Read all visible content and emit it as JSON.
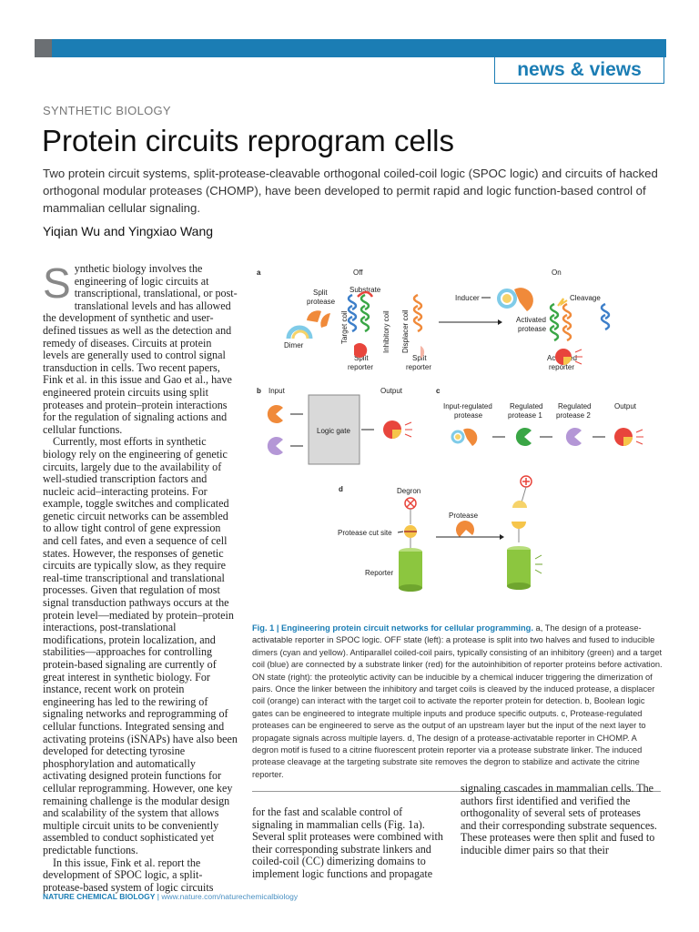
{
  "header": {
    "badge": "news & views"
  },
  "section_label": "SYNTHETIC BIOLOGY",
  "title": "Protein circuits reprogram cells",
  "abstract": "Two protein circuit systems, split-protease-cleavable orthogonal coiled-coil logic (SPOC logic) and circuits of hacked orthogonal modular proteases (CHOMP), have been developed to permit rapid and logic function-based control of mammalian cellular signaling.",
  "authors": "Yiqian Wu and Yingxiao Wang",
  "body": {
    "col1": {
      "dropcap": "S",
      "p1": "ynthetic biology involves the engineering of logic circuits at transcriptional, translational, or post-translational levels and has allowed the development of synthetic and user-defined tissues as well as the detection and remedy of diseases. Circuits at protein levels are generally used to control signal transduction in cells. Two recent papers, Fink et al. in this issue and Gao et al., have engineered protein circuits using split proteases and protein–protein interactions for the regulation of signaling actions and cellular functions.",
      "p2": "Currently, most efforts in synthetic biology rely on the engineering of genetic circuits, largely due to the availability of well-studied transcription factors and nucleic acid–interacting proteins. For example, toggle switches and complicated genetic circuit networks can be assembled to allow tight control of gene expression and cell fates, and even a sequence of cell states. However, the responses of genetic circuits are typically slow, as they require real-time transcriptional and translational processes. Given that regulation of most signal transduction pathways occurs at the protein level—mediated by protein–protein interactions, post-translational modifications, protein localization, and stabilities—approaches for controlling protein-based signaling are currently of great interest in synthetic biology. For instance, recent work on protein engineering has led to the rewiring of signaling networks and reprogramming of cellular functions. Integrated sensing and activating proteins (iSNAPs) have also been developed for detecting tyrosine phosphorylation and automatically activating designed protein functions for cellular reprogramming. However, one key remaining challenge is the modular design and scalability of the system that allows multiple circuit units to be conveniently assembled to conduct sophisticated yet predictable functions.",
      "p3": "In this issue, Fink et al. report the development of SPOC logic, a split-protease-based system of logic circuits"
    },
    "col2": "for the fast and scalable control of signaling in mammalian cells (Fig. 1a). Several split proteases were combined with their corresponding substrate linkers and coiled-coil (CC) dimerizing domains to implement logic functions and propagate",
    "col3": "signaling cascades in mammalian cells. The authors first identified and verified the orthogonality of several sets of proteases and their corresponding substrate sequences. These proteases were then split and fused to inducible dimer pairs so that their"
  },
  "figure": {
    "panel_a": {
      "letter": "a",
      "off": "Off",
      "on": "On",
      "split_protease_1": "Split",
      "split_protease_2": "protease",
      "substrate": "Substrate",
      "target_coil": "Target coil",
      "inhibitory_coil": "Inhibitory coil",
      "displacer_coil": "Displacer coil",
      "dimer": "Dimer",
      "split_reporter_1": "Split",
      "split_reporter_2": "reporter",
      "split_reporter_b1": "Split",
      "split_reporter_b2": "reporter",
      "inducer": "Inducer",
      "cleavage": "Cleavage",
      "activated_protease_1": "Activated",
      "activated_protease_2": "protease",
      "activated_reporter_1": "Activated",
      "activated_reporter_2": "reporter"
    },
    "panel_b": {
      "letter": "b",
      "input": "Input",
      "output": "Output",
      "logic_gate": "Logic gate"
    },
    "panel_c": {
      "letter": "c",
      "input_regulated_1": "Input-regulated",
      "input_regulated_2": "protease",
      "regulated_1a": "Regulated",
      "regulated_1b": "protease 1",
      "regulated_2a": "Regulated",
      "regulated_2b": "protease 2",
      "output": "Output"
    },
    "panel_d": {
      "letter": "d",
      "degron": "Degron",
      "cut_site": "Protease cut site",
      "protease": "Protease",
      "reporter": "Reporter"
    },
    "caption": {
      "label": "Fig. 1 | Engineering protein circuit networks for cellular programming.",
      "text": " a, The design of a protease-activatable reporter in SPOC logic. OFF state (left): a protease is split into two halves and fused to inducible dimers (cyan and yellow). Antiparallel coiled-coil pairs, typically consisting of an inhibitory (green) and a target coil (blue) are connected by a substrate linker (red) for the autoinhibition of reporter proteins before activation. ON state (right): the proteolytic activity can be inducible by a chemical inducer triggering the dimerization of pairs. Once the linker between the inhibitory and target coils is cleaved by the induced protease, a displacer coil (orange) can interact with the target coil to activate the reporter protein for detection. b, Boolean logic gates can be engineered to integrate multiple inputs and produce specific outputs. c, Protease-regulated proteases can be engineered to serve as the output of an upstream layer but the input of the next layer to propagate signals across multiple layers. d, The design of a protease-activatable reporter in CHOMP. A degron motif is fused to a citrine fluorescent protein reporter via a protease substrate linker. The induced protease cleavage at the targeting substrate site removes the degron to stabilize and activate the citrine reporter."
    }
  },
  "footer": {
    "journal": "NATURE CHEMICAL BIOLOGY",
    "sep": " | ",
    "url": "www.nature.com/naturechemicalbiology"
  },
  "colors": {
    "accent": "#1b7db4",
    "protease": "#f08a3a",
    "reporter": "#e8453c",
    "coil_green": "#3aa646",
    "coil_blue": "#3d7fc9",
    "purple": "#b497d6",
    "citrine": "#8cc63f"
  }
}
